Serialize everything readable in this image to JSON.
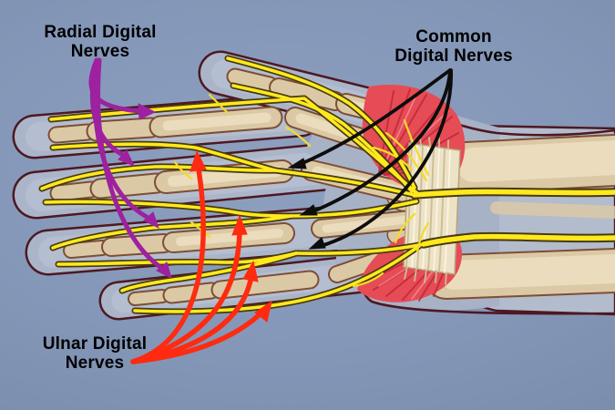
{
  "figure": {
    "type": "anatomical-diagram",
    "subject": "Digital nerves of the hand (palmar view)",
    "background_color": "#8497b8",
    "labels": [
      {
        "id": "radial",
        "line1": "Radial Digital",
        "line2": "Nerves",
        "text_color": "#000000",
        "arrow_color": "#9e21a0",
        "arrow_count": 4
      },
      {
        "id": "common",
        "line1": "Common",
        "line2": "Digital Nerves",
        "text_color": "#000000",
        "arrow_color": "#0d0d0d",
        "arrow_count": 3
      },
      {
        "id": "ulnar",
        "line1": "Ulnar Digital",
        "line2": "Nerves",
        "text_color": "#000000",
        "arrow_color": "#fe2b10",
        "arrow_count": 4
      }
    ],
    "palette": {
      "nerve_yellow": "#ffe91e",
      "nerve_outline": "#473a10",
      "muscle_red": "#e64c55",
      "bone_tan": "#dbc9a6",
      "skin_blue_gray": "#abb5c9",
      "ligament_cream": "#ece2c8",
      "hand_outline_maroon": "#4d1822"
    }
  }
}
